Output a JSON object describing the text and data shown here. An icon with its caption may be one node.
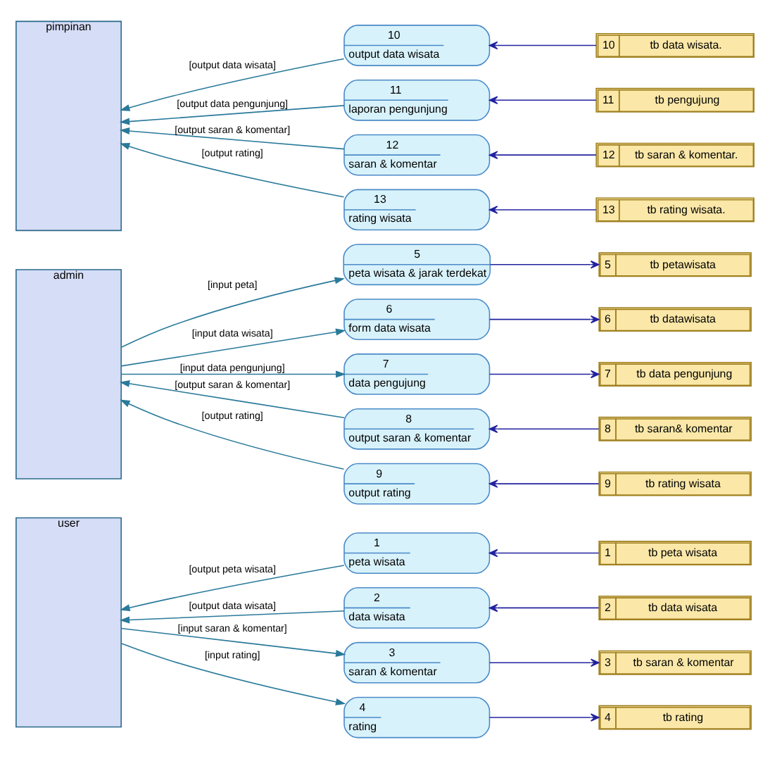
{
  "diagram": {
    "nodes": [
      {
        "text": [
          "user"
        ]
      },
      {
        "text": [
          "1",
          "peta wisata"
        ]
      },
      {
        "text": [
          "1",
          "tb peta wisata"
        ]
      },
      {
        "text": [
          "2",
          "data wisata"
        ]
      },
      {
        "text": [
          "2",
          "tb data wisata"
        ]
      },
      {
        "text": [
          "3",
          "saran & komentar"
        ]
      },
      {
        "text": [
          "3",
          "tb saran & komentar"
        ]
      },
      {
        "text": [
          "4",
          "rating"
        ]
      },
      {
        "text": [
          "4",
          "tb rating"
        ]
      },
      {
        "text": [
          "admin"
        ]
      },
      {
        "text": [
          "5",
          "peta wisata & jarak terdekat"
        ]
      },
      {
        "text": [
          "5",
          "tb petawisata"
        ]
      },
      {
        "text": [
          "6",
          "form data wisata"
        ]
      },
      {
        "text": [
          "6",
          "tb datawisata"
        ]
      },
      {
        "text": [
          "7",
          "data pengujung"
        ]
      },
      {
        "text": [
          "7",
          "tb data pengunjung"
        ]
      },
      {
        "text": [
          "8",
          "output saran & komentar"
        ]
      },
      {
        "text": [
          "8",
          "tb saran& komentar"
        ]
      },
      {
        "text": [
          "9",
          "output rating"
        ]
      },
      {
        "text": [
          "9",
          "tb rating wisata"
        ]
      },
      {
        "text": [
          "pimpinan"
        ]
      },
      {
        "text": [
          "10",
          "output data wisata"
        ]
      },
      {
        "text": [
          "10",
          "tb data wisata."
        ]
      },
      {
        "text": [
          "11",
          "laporan pengunjung"
        ]
      },
      {
        "text": [
          "11",
          "tb pengujung"
        ]
      },
      {
        "text": [
          "12",
          "saran & komentar"
        ]
      },
      {
        "text": [
          "12",
          "tb saran & komentar."
        ]
      },
      {
        "text": [
          "13",
          "rating wisata"
        ]
      },
      {
        "text": [
          "13",
          "tb rating wisata."
        ]
      }
    ],
    "edges": [
      {
        "from": 1,
        "to": 0,
        "arrow": "to",
        "label": "[output peta wisata]"
      },
      {
        "from": 2,
        "to": 1,
        "arrow": "to",
        "color": "#2222a0"
      },
      {
        "from": 3,
        "to": 0,
        "arrow": "to",
        "label": "[output data wisata]"
      },
      {
        "from": 4,
        "to": 3,
        "arrow": "to",
        "color": "#2222a0"
      },
      {
        "from": 0,
        "to": 5,
        "arrow": "to",
        "label": "[input saran & komentar]"
      },
      {
        "from": 5,
        "to": 6,
        "arrow": "to",
        "color": "#2222a0"
      },
      {
        "from": 0,
        "to": 7,
        "arrow": "to",
        "label": "[input rating]"
      },
      {
        "from": 7,
        "to": 8,
        "arrow": "to",
        "color": "#2222a0"
      },
      {
        "from": 9,
        "to": 10,
        "arrow": "to",
        "label": "[input peta]"
      },
      {
        "from": 10,
        "to": 11,
        "arrow": "to",
        "color": "#2222a0"
      },
      {
        "from": 9,
        "to": 12,
        "arrow": "to",
        "label": "[input data wisata]"
      },
      {
        "from": 12,
        "to": 13,
        "arrow": "to",
        "color": "#2222a0"
      },
      {
        "from": 9,
        "to": 14,
        "arrow": "to",
        "label": "[input data pengunjung]"
      },
      {
        "from": 14,
        "to": 15,
        "arrow": "to",
        "color": "#2222a0"
      },
      {
        "from": 16,
        "to": 9,
        "arrow": "to",
        "label": "[output saran & komentar]"
      },
      {
        "from": 17,
        "to": 16,
        "arrow": "to",
        "color": "#2222a0"
      },
      {
        "from": 18,
        "to": 9,
        "arrow": "to",
        "label": "[output rating]"
      },
      {
        "from": 19,
        "to": 18,
        "arrow": "to",
        "color": "#2222a0"
      },
      {
        "from": 21,
        "to": 20,
        "arrow": "to",
        "label": "[output data wisata]"
      },
      {
        "from": 22,
        "to": 21,
        "arrow": "to",
        "color": "#2222a0"
      },
      {
        "from": 23,
        "to": 20,
        "arrow": "to",
        "label": "[output data pengunjung]"
      },
      {
        "from": 24,
        "to": 23,
        "arrow": "to",
        "color": "#2222a0"
      },
      {
        "from": 25,
        "to": 20,
        "arrow": "to",
        "label": "[output saran & komentar]"
      },
      {
        "from": 26,
        "to": 25,
        "arrow": "to",
        "color": "#2222a0"
      },
      {
        "from": 27,
        "to": 20,
        "arrow": "to",
        "label": "[output rating]"
      },
      {
        "from": 28,
        "to": 27,
        "arrow": "to",
        "color": "#2222a0"
      }
    ]
  }
}
